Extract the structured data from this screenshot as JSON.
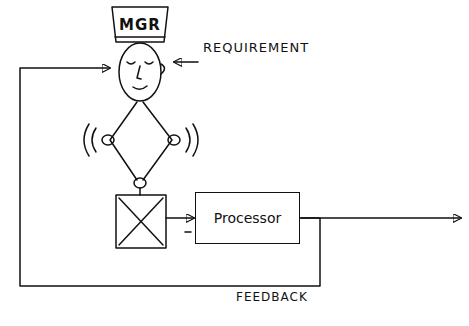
{
  "diagram": {
    "nodes": [
      {
        "text": [
          "MGR"
        ]
      },
      {
        "text": [
          "Processor"
        ]
      }
    ],
    "edges": [
      {
        "from": 1,
        "to": 0,
        "arrow": "to",
        "label": "FEEDBACK"
      }
    ],
    "labels": [
      "REQUIREMENT"
    ]
  }
}
